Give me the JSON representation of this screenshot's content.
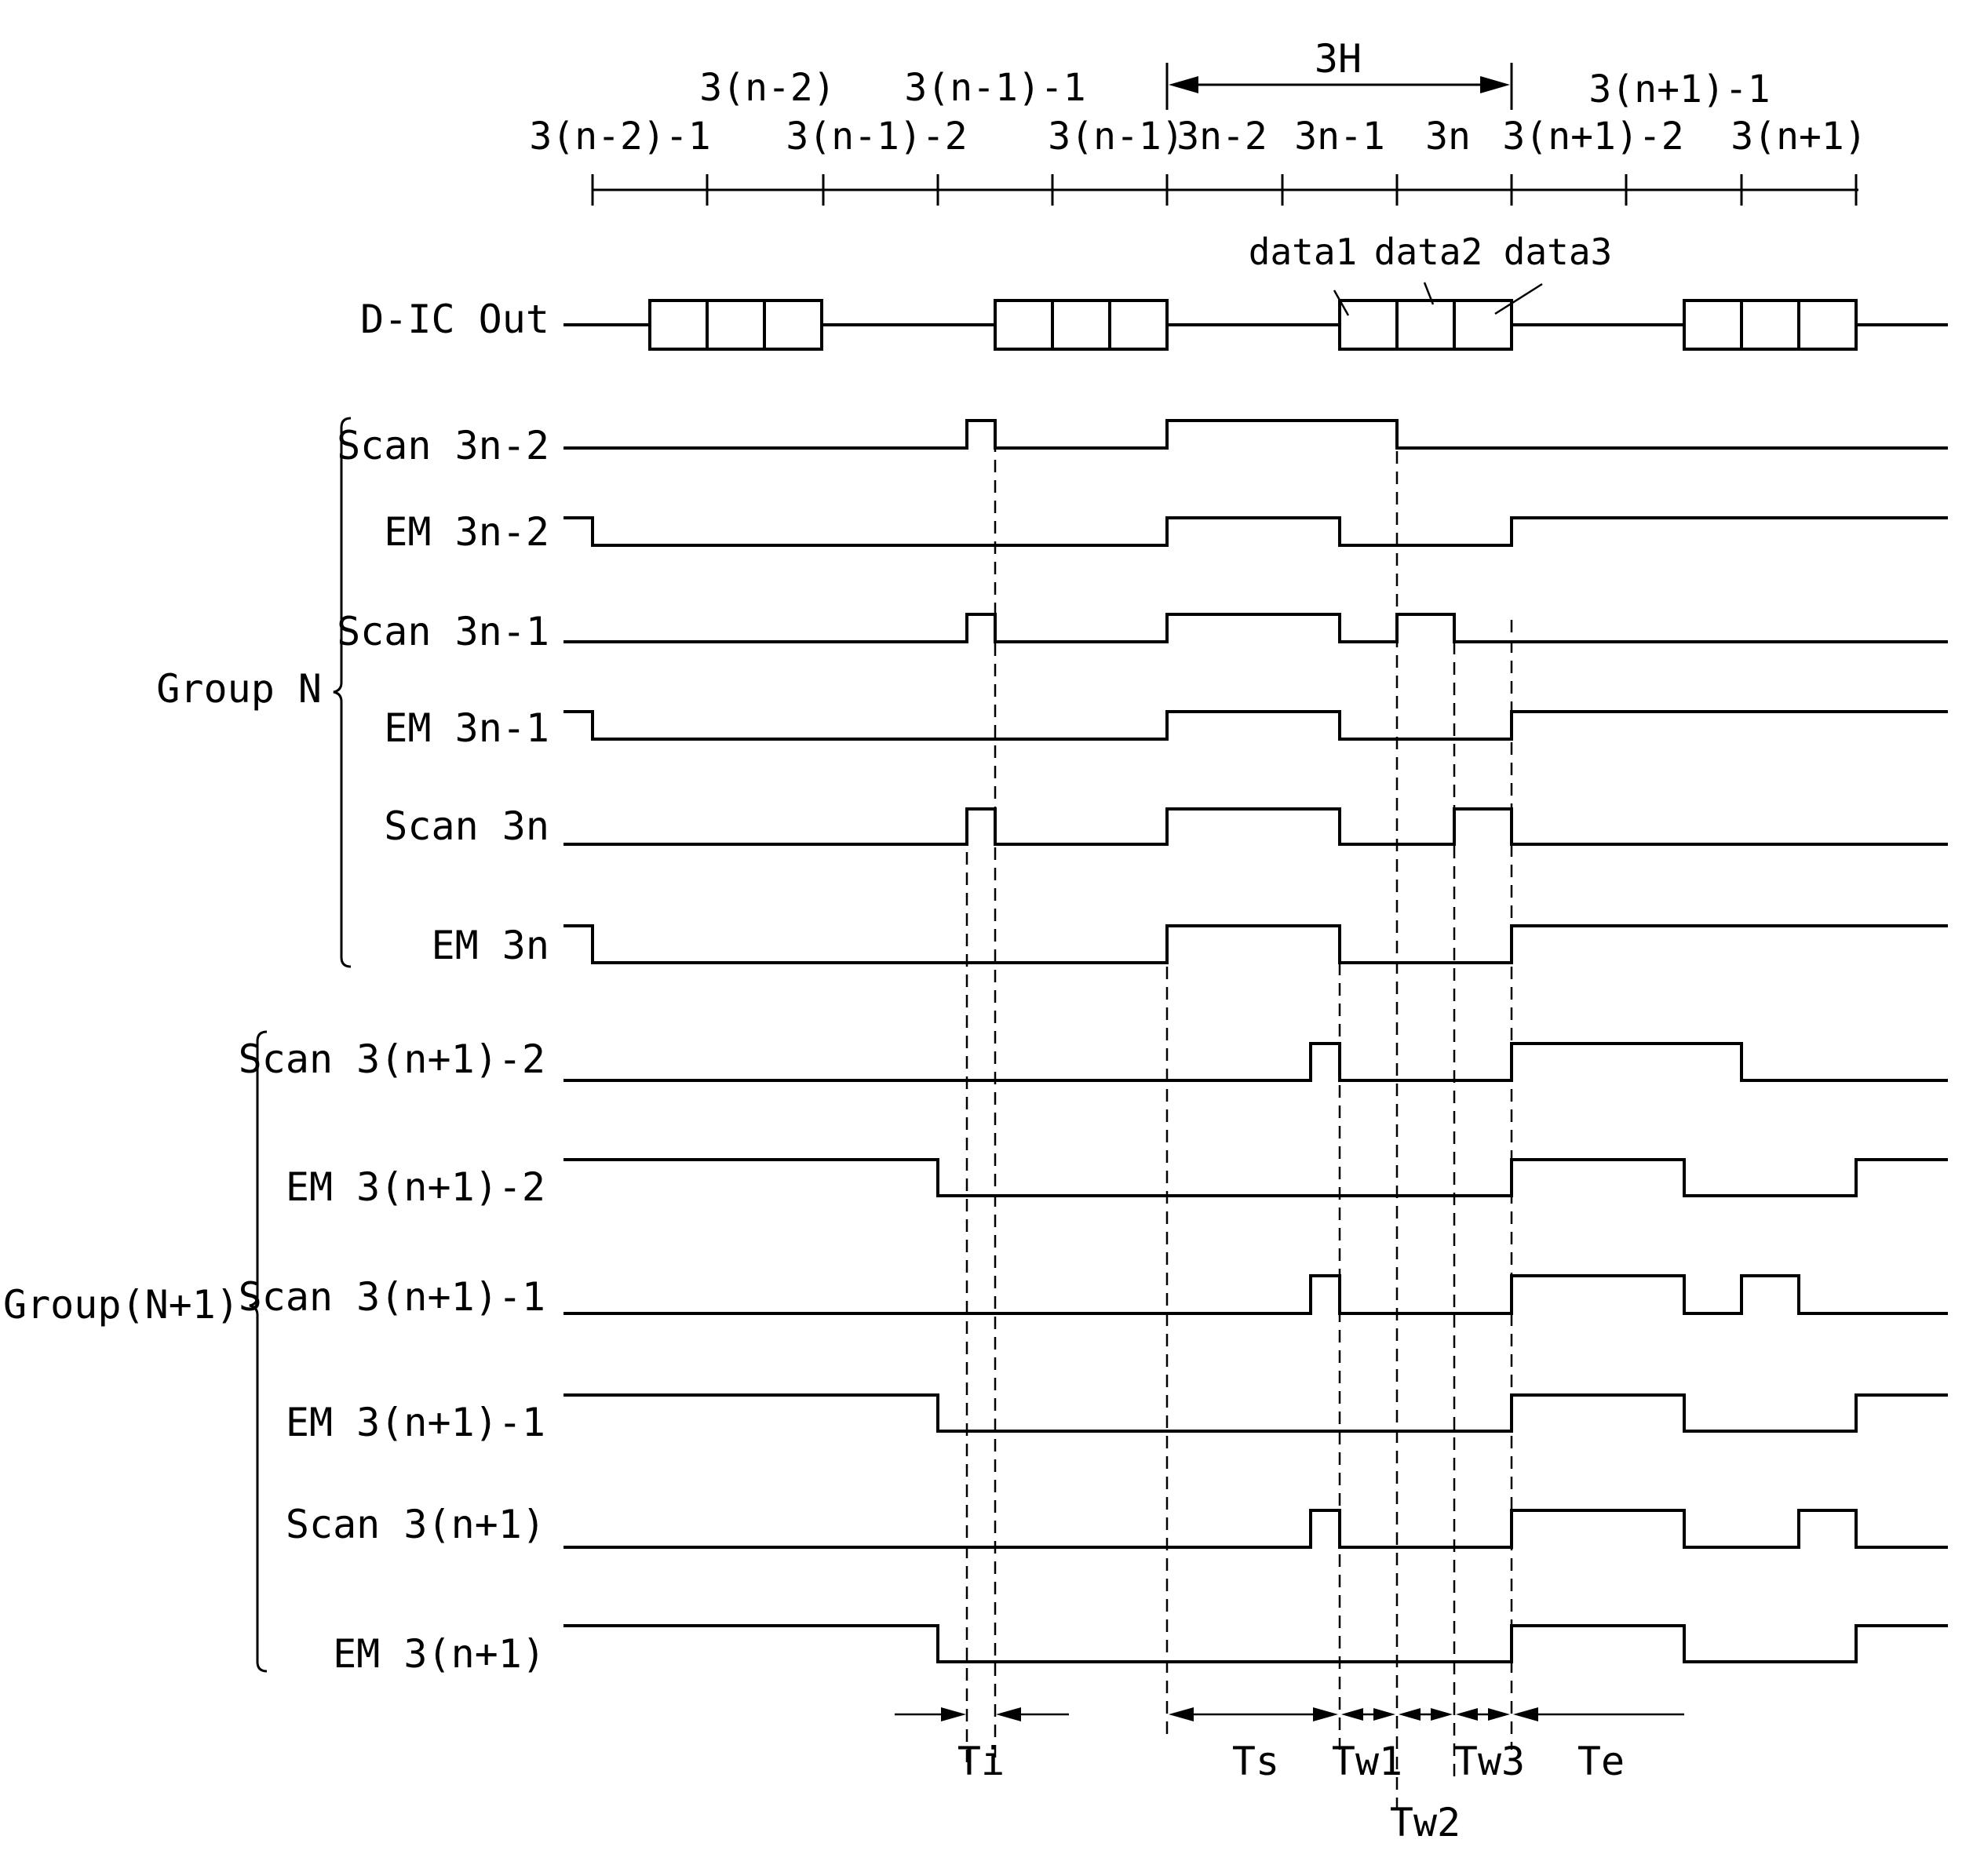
{
  "diagram": {
    "span_label": "3H",
    "tick_labels_upper": [
      "3(n-2)",
      "3(n-1)-1",
      "3(n+1)-1"
    ],
    "tick_labels_lower": [
      "3(n-2)-1",
      "3(n-1)-2",
      "3(n-1)",
      "3n-2",
      "3n-1",
      "3n",
      "3(n+1)-2",
      "3(n+1)"
    ],
    "data_labels": [
      "data1",
      "data2",
      "data3"
    ],
    "dic_label": "D-IC Out",
    "group_n_label": "Group N",
    "group_n1_label": "Group(N+1)",
    "signals": [
      {
        "label": "Scan 3n-2"
      },
      {
        "label": "EM 3n-2"
      },
      {
        "label": "Scan 3n-1"
      },
      {
        "label": "EM 3n-1"
      },
      {
        "label": "Scan 3n"
      },
      {
        "label": "EM 3n"
      },
      {
        "label": "Scan 3(n+1)-2"
      },
      {
        "label": "EM 3(n+1)-2"
      },
      {
        "label": "Scan 3(n+1)-1"
      },
      {
        "label": "EM 3(n+1)-1"
      },
      {
        "label": "Scan 3(n+1)"
      },
      {
        "label": "EM 3(n+1)"
      }
    ],
    "period_labels": [
      "Ti",
      "Ts",
      "Tw1",
      "Tw2",
      "Tw3",
      "Te"
    ]
  }
}
